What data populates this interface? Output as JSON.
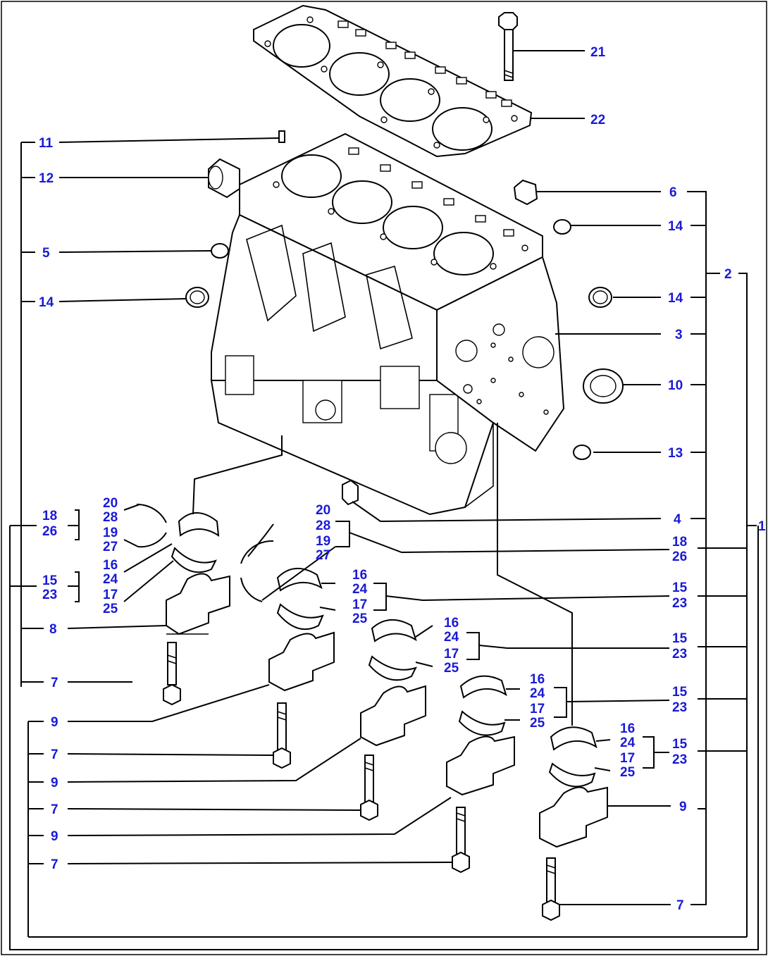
{
  "frame_color": "#000000",
  "label_color": "#1a1ad6",
  "parts": {
    "head_gasket": "22",
    "head_bolt": "21",
    "dowel_pin": "11",
    "plug_cup_large": "12",
    "plug_upper_left": "5",
    "plug_cup_left": "14",
    "plug_upper_right": "6",
    "plug_cup_right_upper": "14",
    "plug_cup_right": "14",
    "cylinder_block": "3",
    "oil_seal": "10",
    "plug_lower_right": "13",
    "drain_plug": "4",
    "block_assembly": "2",
    "complete_assembly": "1"
  },
  "bearing_groups": [
    {
      "thrust": [
        "20",
        "28",
        "19",
        "27"
      ],
      "thrust_kit": [
        "18",
        "26"
      ],
      "shell": [
        "16",
        "24",
        "17",
        "25"
      ],
      "shell_kit": [
        "15",
        "23"
      ]
    },
    {
      "thrust": [
        "20",
        "28",
        "19",
        "27"
      ],
      "thrust_kit": [
        "18",
        "26"
      ],
      "shell": [
        "16",
        "24",
        "17",
        "25"
      ],
      "shell_kit": [
        "15",
        "23"
      ]
    },
    {
      "shell": [
        "16",
        "24",
        "17",
        "25"
      ],
      "shell_kit": [
        "15",
        "23"
      ]
    },
    {
      "shell": [
        "16",
        "24",
        "17",
        "25"
      ],
      "shell_kit": [
        "15",
        "23"
      ]
    },
    {
      "shell": [
        "16",
        "24",
        "17",
        "25"
      ],
      "shell_kit": [
        "15",
        "23"
      ]
    }
  ],
  "caps": [
    "8",
    "9",
    "9",
    "9",
    "9"
  ],
  "cap_bolts": [
    "7",
    "7",
    "7",
    "7",
    "7"
  ]
}
